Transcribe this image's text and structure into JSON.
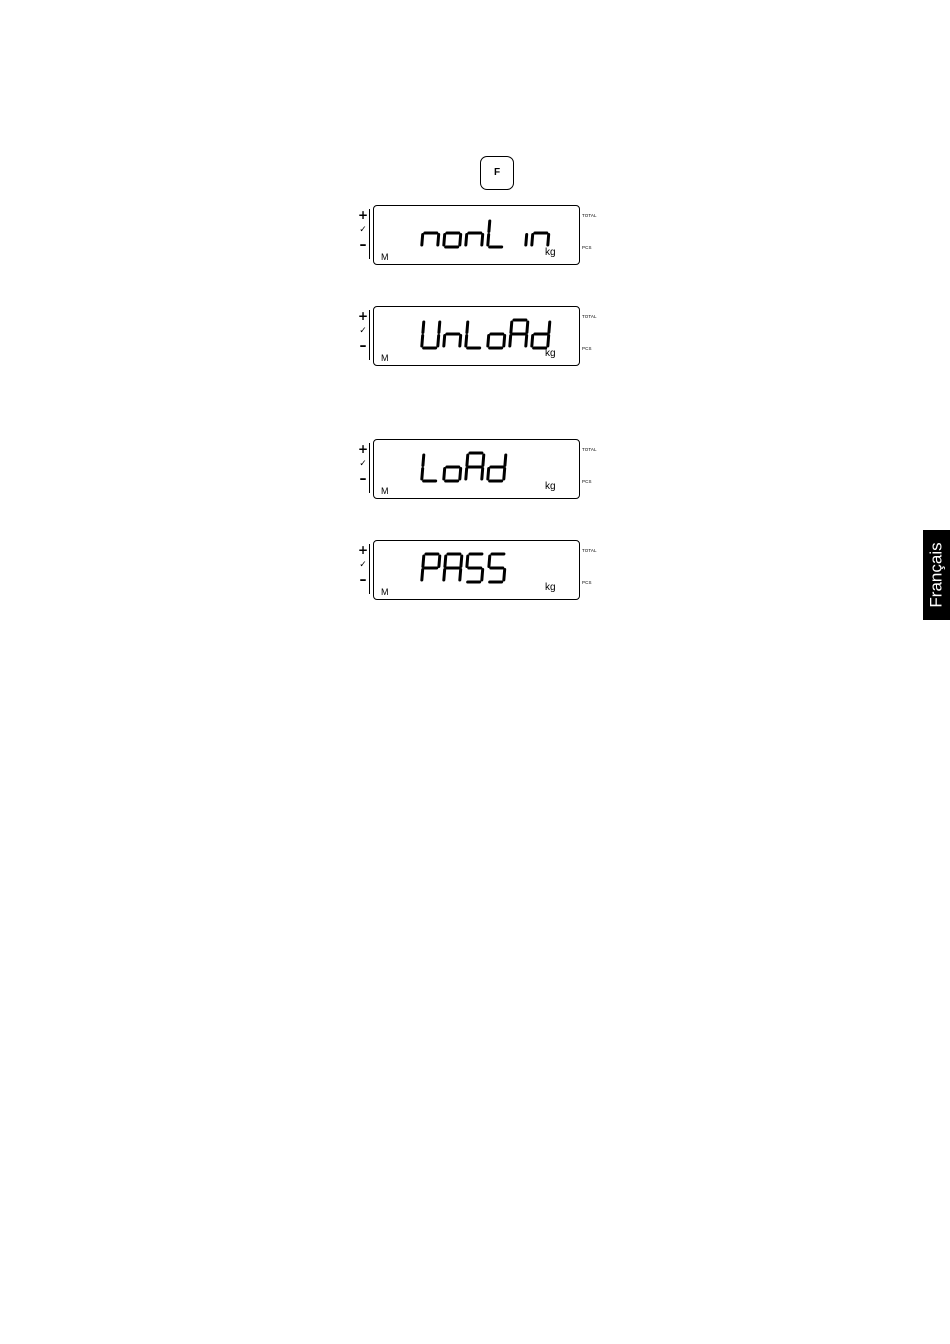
{
  "f_key": {
    "label": "F"
  },
  "side_marks": {
    "plus": "+",
    "check": "✓",
    "minus": "–"
  },
  "displays": [
    {
      "text": "nonLin",
      "m_label": "M",
      "unit": "kg",
      "total_label": "TOTAL",
      "pcs_label": "PCS"
    },
    {
      "text": "UnLoAd",
      "m_label": "M",
      "unit": "kg",
      "total_label": "TOTAL",
      "pcs_label": "PCS"
    },
    {
      "text": "LoAd",
      "m_label": "M",
      "unit": "kg",
      "total_label": "TOTAL",
      "pcs_label": "PCS"
    },
    {
      "text": "PASS",
      "m_label": "M",
      "unit": "kg",
      "total_label": "TOTAL",
      "pcs_label": "PCS"
    }
  ],
  "language_tab": {
    "label": "Français"
  }
}
